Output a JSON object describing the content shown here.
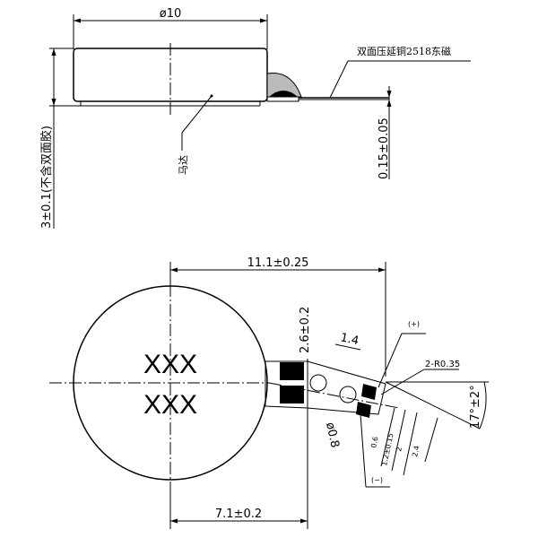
{
  "side_view": {
    "diameter_label": "ø10",
    "height_label": "3±0.1(不含双面胶)",
    "fpc_label": "双面压延铜2518东磁",
    "fpc_thickness_label": "0.15±0.05",
    "motor_label": "马达"
  },
  "top_view": {
    "overall_length_label": "11.1±0.25",
    "center_to_end_label": "7.1±0.2",
    "pad_offset_label": "2.6±0.2",
    "hole_pitch_label": "1.4",
    "hole_dia_label": "ø0.8",
    "positive_label": "(+)",
    "negative_label": "(−)",
    "radius_label": "2-R0.35",
    "angle_label": "17°±2°",
    "pad_dims": [
      "0.6",
      "1.2±0.15",
      "2",
      "2.4"
    ],
    "marking_line1": "XXX",
    "marking_line2": "XXX"
  }
}
